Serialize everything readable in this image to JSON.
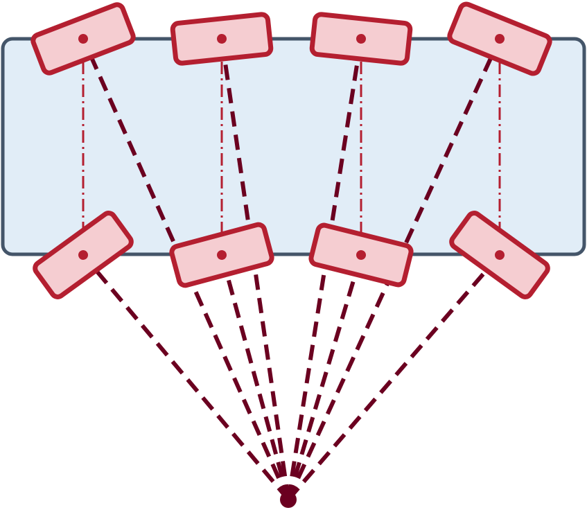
{
  "colors": {
    "background": "#ffffff",
    "panel_fill": "#e1edf7",
    "panel_stroke": "#445569",
    "box_fill": "#f5cdd1",
    "box_stroke": "#b41f30",
    "dot": "#b41f30",
    "vertical_link": "#b41f30",
    "ray": "#6b0020",
    "source": "#6b0020"
  },
  "icons": {
    "source": "source-point-icon",
    "sensor": "rectangle-box-icon"
  },
  "columns": 4,
  "rows": [
    "top",
    "bottom"
  ],
  "top_row_box_angles_deg": [
    -21,
    -6,
    6,
    22
  ],
  "bottom_row_box_angles_deg": [
    -36,
    -15,
    14,
    36
  ]
}
